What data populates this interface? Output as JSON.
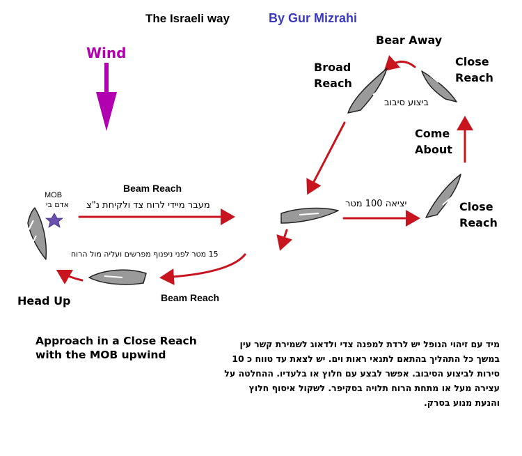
{
  "header": {
    "title": "The Israeli way",
    "author": "By Gur Mizrahi"
  },
  "wind": {
    "label": "Wind",
    "color": "#b000b0"
  },
  "maneuvers": {
    "bear_away": "Bear Away",
    "broad_reach_line1": "Broad",
    "broad_reach_line2": "Reach",
    "close_reach_top_line1": "Close",
    "close_reach_top_line2": "Reach",
    "come_about_line1": "Come",
    "come_about_line2": "About",
    "close_reach_right_line1": "Close",
    "close_reach_right_line2": "Reach",
    "beam_reach_top": "Beam Reach",
    "beam_reach_bottom": "Beam Reach",
    "head_up": "Head Up"
  },
  "hebrew": {
    "turn_execution": "ביצוע סיבוב",
    "exit_100m": "יציאה 100 מטר",
    "immediate_beam_reach": "מעבר מיידי לרוח צד ולקיחת נ\"צ",
    "fifteen_m": "15 מטר לפני ניפנוף מפרשים ועליה מול הרוח",
    "mob_hebrew": "אדם בי",
    "instructions": "מיד עם זיהוי הנופל יש לרדת למפנה צדי ולדאוג לשמירת קשר עין במשך כל התהליך בהתאם לתנאי ראות וים. יש לצאת עד טווח כ 10 סירות לביצוע הסיבוב. אפשר לבצע עם חלוץ או בלעדיו. ההחלטה על עצירה מעל או מתחת הרוח תלויה בסקיפר. לשקול איסוף חלוץ והנעת מנוע בסרק."
  },
  "mob": {
    "label": "MOB",
    "marker_color": "#6a4fb0"
  },
  "approach": {
    "text": "Approach in a Close Reach with the MOB  upwind"
  },
  "colors": {
    "arrow": "#c8141e",
    "boat_fill": "#9a9a9a",
    "boat_stroke": "#222222"
  }
}
